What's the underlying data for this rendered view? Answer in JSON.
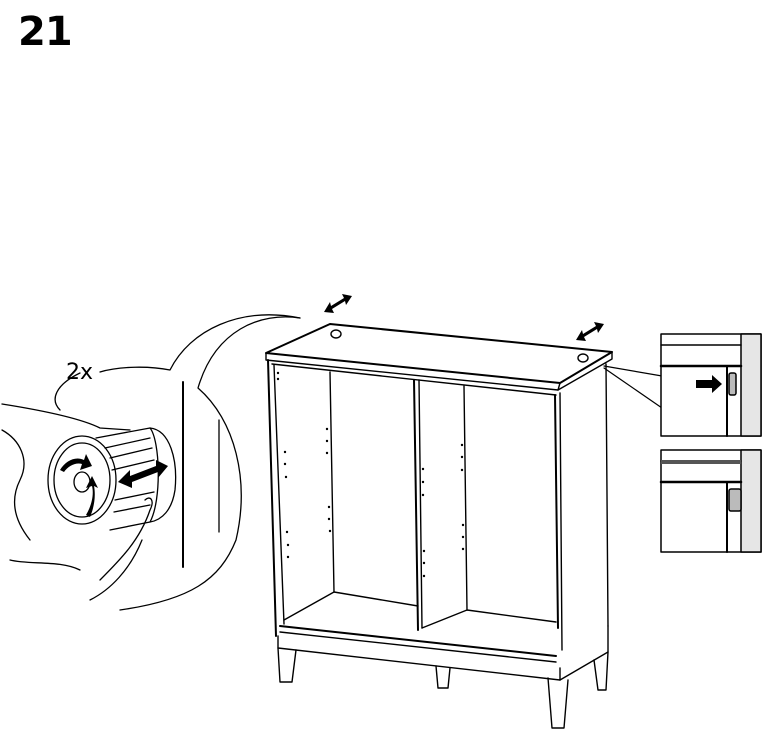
{
  "page": {
    "step_number": "21",
    "quantity_label": "2x"
  },
  "illustration": {
    "main": "cabinet-with-adjustable-top-fittings",
    "detail_callout": "hand-turning-adjustable-fitting",
    "inset_panels": [
      "fitting-before-push",
      "fitting-after-push"
    ]
  },
  "colors": {
    "line": "#000000",
    "panel_fill": "#e6e6e6",
    "dark_band": "#555555",
    "background": "#ffffff"
  }
}
